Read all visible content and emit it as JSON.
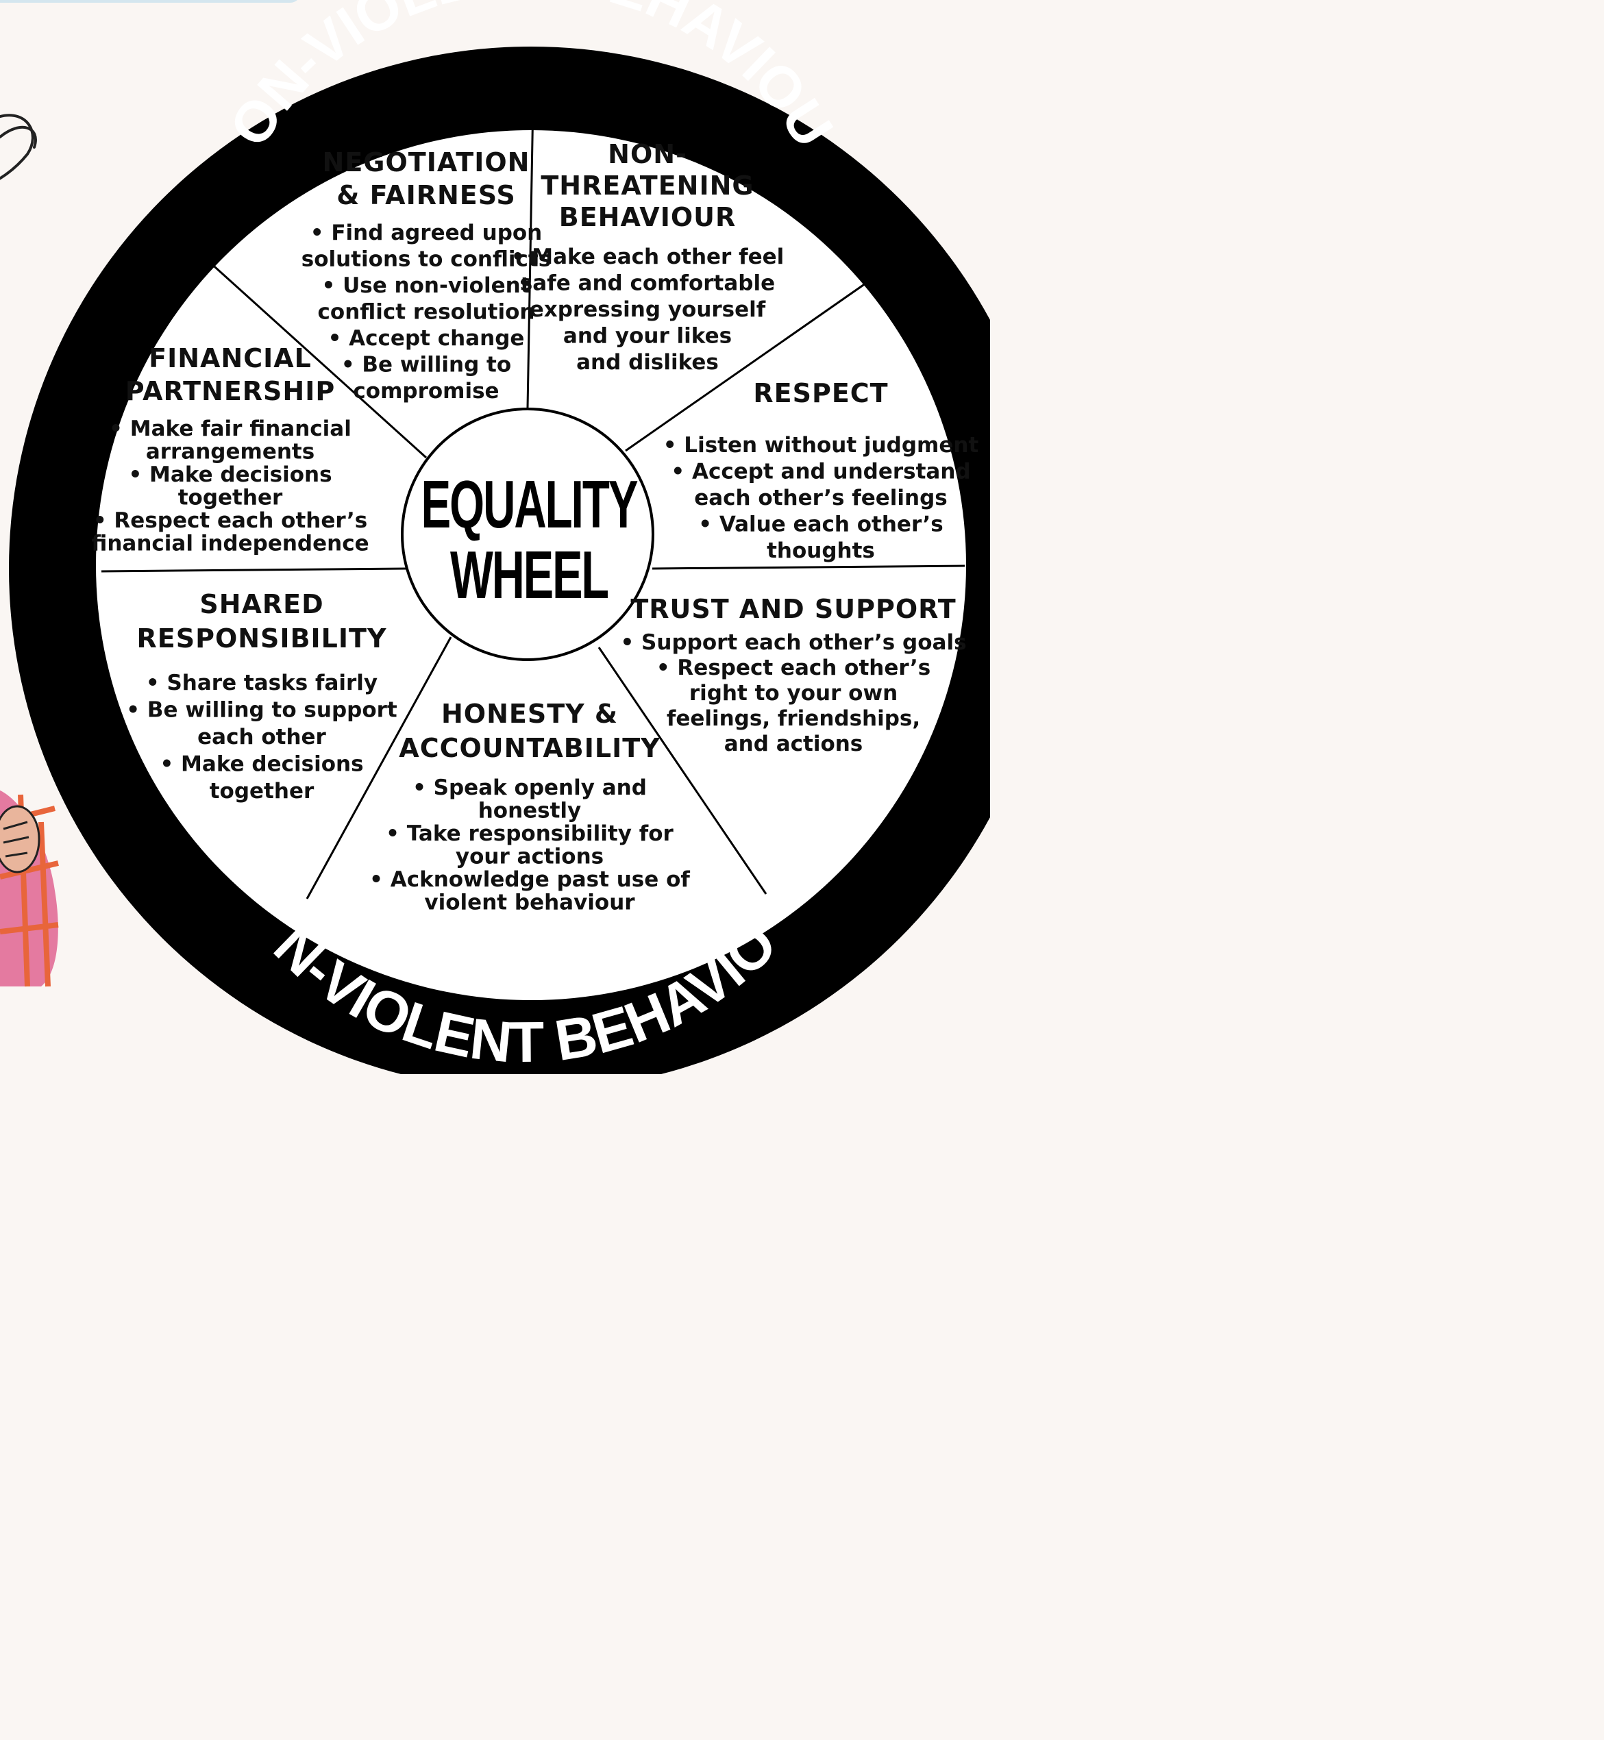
{
  "colors": {
    "background": "#faf6f3",
    "rim": "#000000",
    "wheel": "#ffffff",
    "text": "#111111",
    "pill_top": "#d4e6ef"
  },
  "rim": {
    "top_label": "NON-VIOLENT BEHAVIOUR",
    "bottom_label": "NON-VIOLENT BEHAVIOUR"
  },
  "center": {
    "line1": "EQUALITY",
    "line2": "WHEEL"
  },
  "segments": {
    "negotiation": {
      "title": [
        "NEGOTIATION",
        "& FAIRNESS"
      ],
      "items": [
        "• Find agreed upon",
        "solutions to conflicts",
        "• Use non-violent",
        "conflict resolution",
        "• Accept change",
        "• Be willing to",
        "compromise"
      ]
    },
    "non_threatening": {
      "title": [
        "NON-",
        "THREATENING",
        "BEHAVIOUR"
      ],
      "items": [
        "• Make each other feel",
        "safe and comfortable",
        "expressing yourself",
        "and your likes",
        "and dislikes"
      ]
    },
    "respect": {
      "title": [
        "RESPECT"
      ],
      "items": [
        "• Listen without judgment",
        "• Accept and understand",
        "each other’s feelings",
        "• Value each other’s",
        "thoughts"
      ]
    },
    "trust": {
      "title": [
        "TRUST AND SUPPORT"
      ],
      "items": [
        "• Support each other’s goals",
        "• Respect each other’s",
        "right to your own",
        "feelings, friendships,",
        "and actions"
      ]
    },
    "honesty": {
      "title": [
        "HONESTY &",
        "ACCOUNTABILITY"
      ],
      "items": [
        "• Speak openly and",
        "honestly",
        "• Take responsibility for",
        "your actions",
        "• Acknowledge past use of",
        "violent behaviour"
      ]
    },
    "shared": {
      "title": [
        "SHARED",
        "RESPONSIBILITY"
      ],
      "items": [
        "• Share tasks fairly",
        "• Be willing to support",
        "each other",
        "• Make decisions",
        "together"
      ]
    },
    "financial": {
      "title": [
        "FINANCIAL",
        "PARTNERSHIP"
      ],
      "items": [
        "• Make fair financial",
        "arrangements",
        "• Make decisions",
        "together",
        "• Respect each other’s",
        "financial independence"
      ]
    }
  }
}
